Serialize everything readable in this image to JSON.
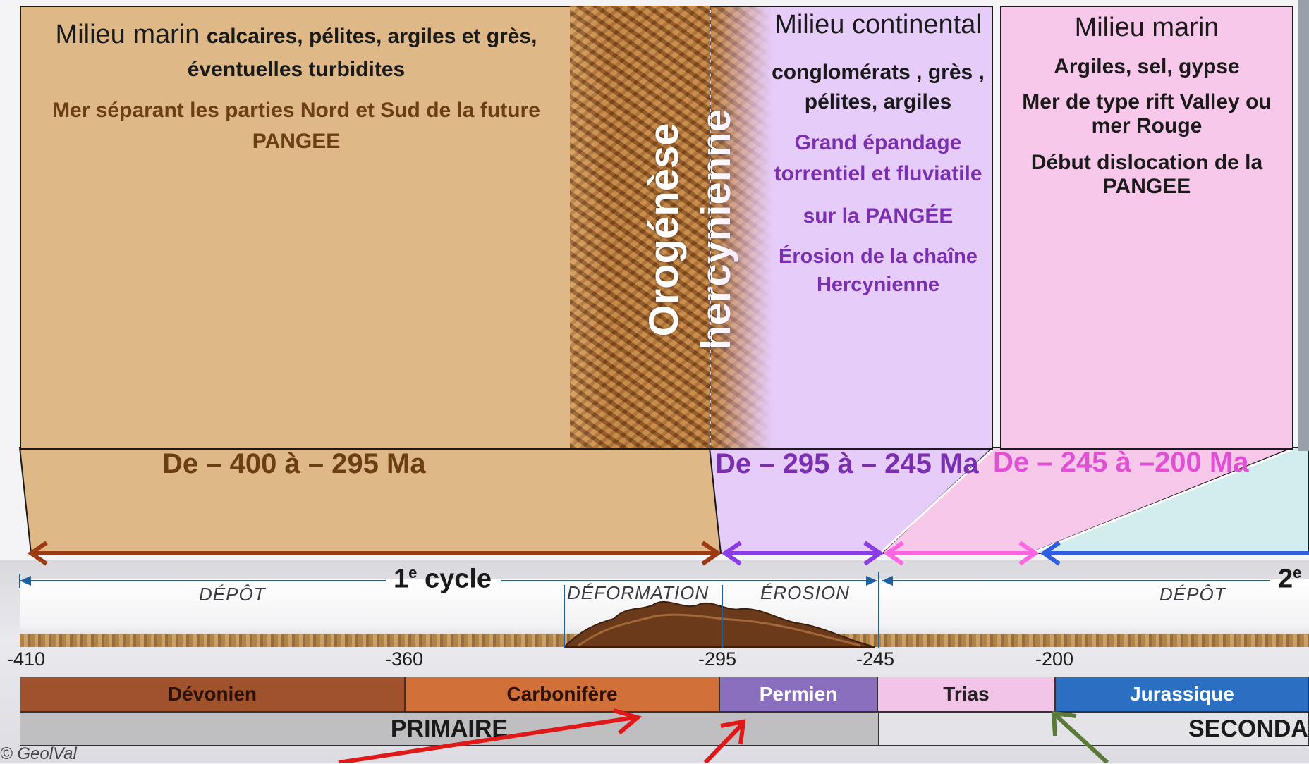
{
  "panels": {
    "marin_devonien": {
      "title": "Milieu marin",
      "subtitle_line1": "calcaires, pélites, argiles et grès,",
      "subtitle_line2": "éventuelles turbidites",
      "note_line1": "Mer séparant les  parties Nord et Sud de la future",
      "note_line2": "PANGEE",
      "range": "De – 400 à – 295 Ma"
    },
    "orogenese": {
      "label": "Orogénèse hercynienne"
    },
    "continental": {
      "title": "Milieu continental",
      "line1": "conglomérats , grès ,",
      "line2": "pélites, argiles",
      "note1a": "Grand épandage",
      "note1b": "torrentiel et fluviatile",
      "note2": "sur la PANGÉE",
      "note3a": "Érosion de la chaîne",
      "note3b": "Hercynienne",
      "range": "De – 295 à – 245 Ma"
    },
    "marin_trias": {
      "title": "Milieu marin",
      "line1": "Argiles, sel, gypse",
      "line2a": "Mer de type rift Valley ou",
      "line2b": "mer Rouge",
      "line3a": "Début dislocation de la",
      "line3b": "PANGEE",
      "range": "De – 245 à  –200 Ma"
    }
  },
  "cycle": {
    "first_label": "1",
    "first_sup": "e",
    "first_suffix": " cycle",
    "second_label": "2",
    "second_sup": "e",
    "phases": {
      "depot1": "DÉPÔT",
      "deformation": "DÉFORMATION",
      "erosion": "ÉROSION",
      "depot2": "DÉPÔT"
    }
  },
  "ticks": [
    "-410",
    "-360",
    "-295",
    "-245",
    "-200"
  ],
  "periods": {
    "devonien": "Dévonien",
    "carbonifere": "Carbonifère",
    "permien": "Permien",
    "trias": "Trias",
    "jurassique": "Jurassique"
  },
  "eras": {
    "primaire": "PRIMAIRE",
    "secondaire": "SECONDA"
  },
  "credit": "© GeolVal",
  "colors": {
    "devonien_panel": "#deb887",
    "continental_panel": "#e6ccf8",
    "trias_panel": "#f8c8ea",
    "jurassique_panel": "#d3ecee",
    "arrow_devonien": "#9c3b12",
    "arrow_permien": "#8a3ce6",
    "arrow_trias": "#ff66e0",
    "arrow_jurassique": "#2f5fe0",
    "period_devonien": "#a0522d",
    "period_carbonifere": "#d2703a",
    "period_permien": "#8a6fbe",
    "period_trias": "#f2c4e8",
    "period_jurassique": "#2a6fc2",
    "era_primaire": "#bfbfc2",
    "era_secondaire": "#e4e4e8",
    "text_brown": "#6b3e14",
    "text_purple": "#7a2fb0",
    "text_pink": "#e050d2"
  }
}
